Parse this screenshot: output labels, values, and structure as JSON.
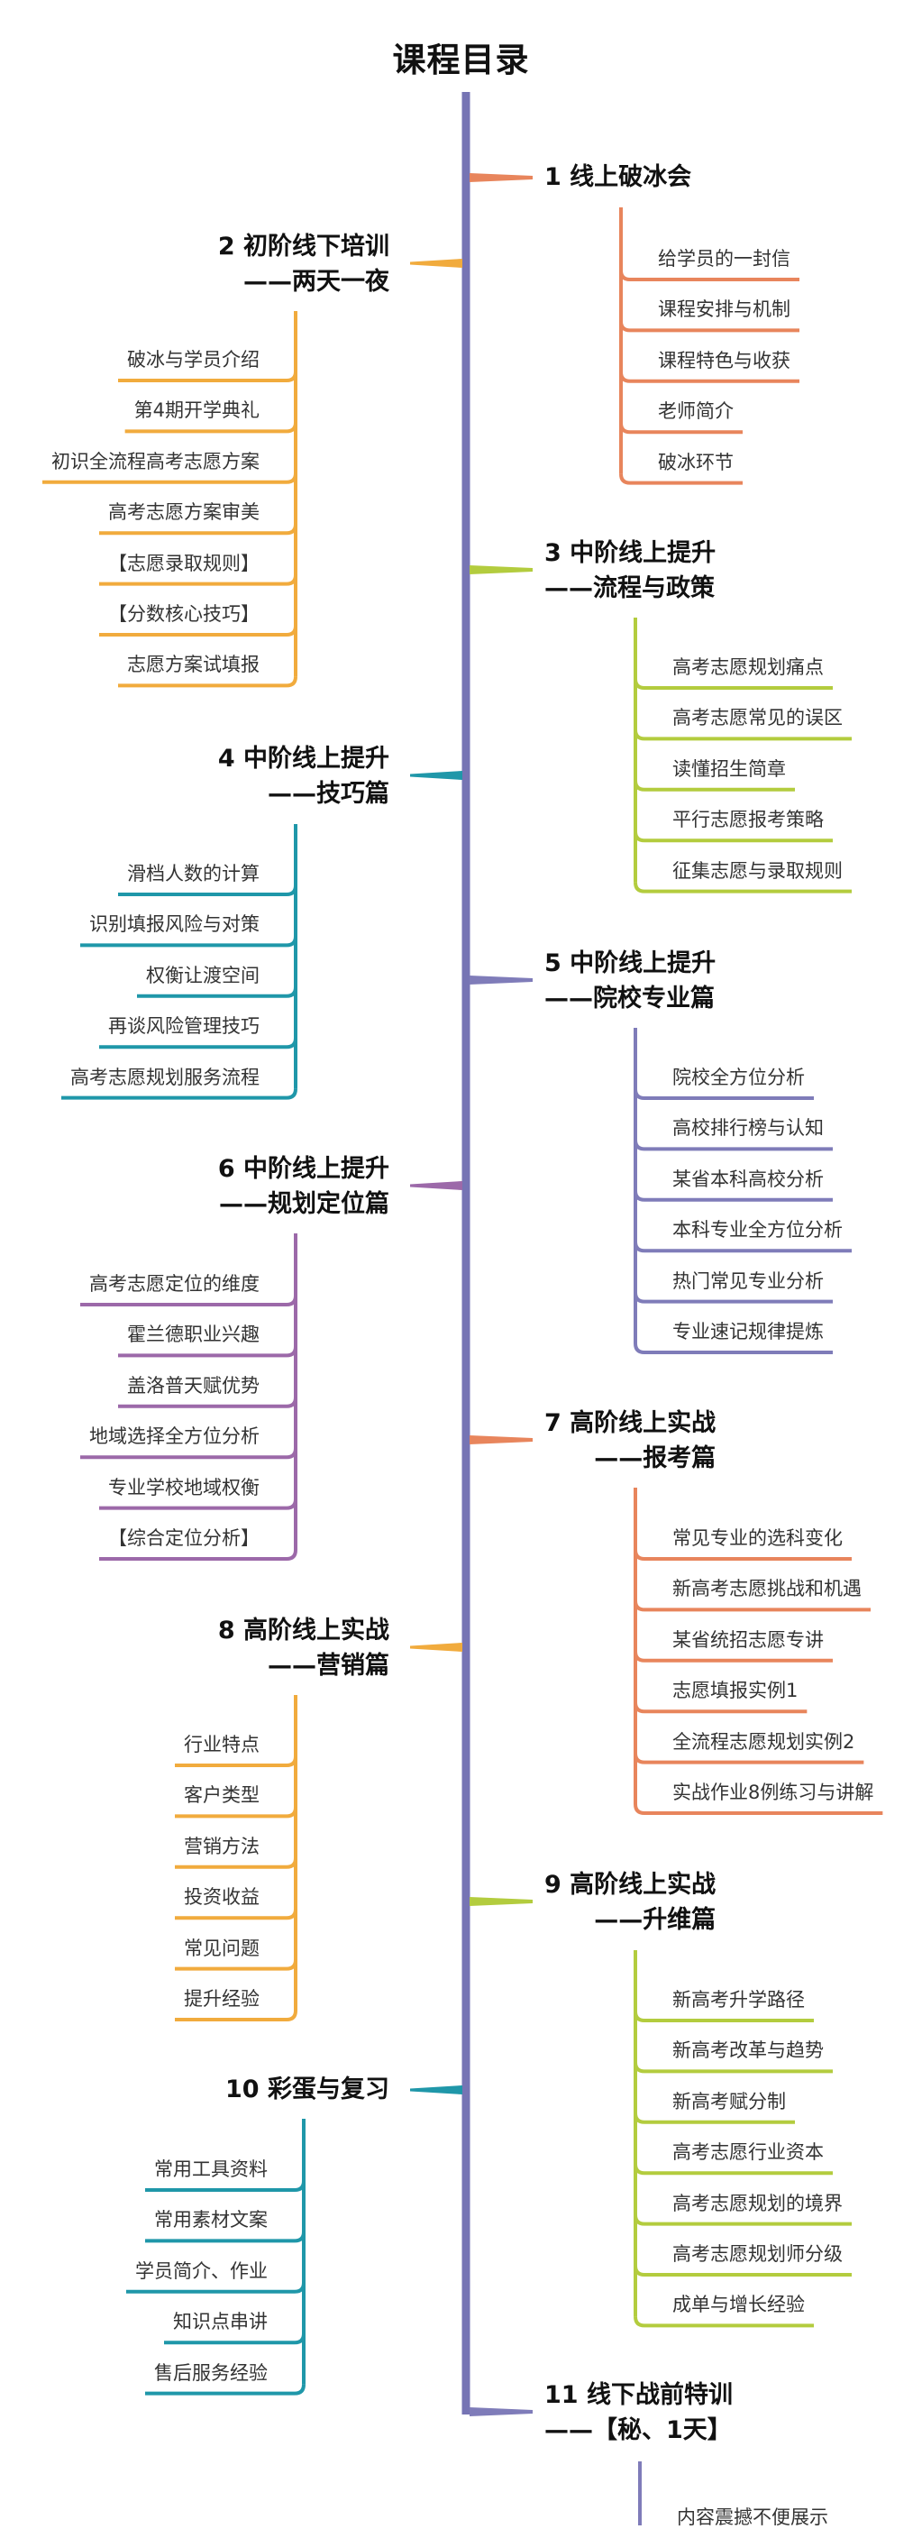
{
  "title": "课程目录",
  "colors": {
    "spine": "#7674b4",
    "salmon": "#e8855c",
    "orange": "#f1ab3d",
    "lime": "#b3cc3e",
    "teal": "#1f97a9",
    "purple": "#9c69a9",
    "lavender": "#7f7cb9"
  },
  "groups": [
    {
      "id": 1,
      "side": "right",
      "color": "salmon",
      "heading": [
        "1 线上破冰会"
      ],
      "items": [
        "给学员的一封信",
        "课程安排与机制",
        "课程特色与收获",
        "老师简介",
        "破冰环节"
      ]
    },
    {
      "id": 2,
      "side": "left",
      "color": "orange",
      "heading": [
        "2 初阶线下培训",
        "——两天一夜"
      ],
      "items": [
        "破冰与学员介绍",
        "第4期开学典礼",
        "初识全流程高考志愿方案",
        "高考志愿方案审美",
        "【志愿录取规则】",
        "【分数核心技巧】",
        "志愿方案试填报"
      ]
    },
    {
      "id": 3,
      "side": "right",
      "color": "lime",
      "heading": [
        "3 中阶线上提升",
        "——流程与政策"
      ],
      "items": [
        "高考志愿规划痛点",
        "高考志愿常见的误区",
        "读懂招生简章",
        "平行志愿报考策略",
        "征集志愿与录取规则"
      ]
    },
    {
      "id": 4,
      "side": "left",
      "color": "teal",
      "heading": [
        "4 中阶线上提升",
        "——技巧篇"
      ],
      "items": [
        "滑档人数的计算",
        "识别填报风险与对策",
        "权衡让渡空间",
        "再谈风险管理技巧",
        "高考志愿规划服务流程"
      ]
    },
    {
      "id": 5,
      "side": "right",
      "color": "lavender",
      "heading": [
        "5 中阶线上提升",
        "——院校专业篇"
      ],
      "items": [
        "院校全方位分析",
        "高校排行榜与认知",
        "某省本科高校分析",
        "本科专业全方位分析",
        "热门常见专业分析",
        "专业速记规律提炼"
      ]
    },
    {
      "id": 6,
      "side": "left",
      "color": "purple",
      "heading": [
        "6 中阶线上提升",
        "——规划定位篇"
      ],
      "items": [
        "高考志愿定位的维度",
        "霍兰德职业兴趣",
        "盖洛普天赋优势",
        "地域选择全方位分析",
        "专业学校地域权衡",
        "【综合定位分析】"
      ]
    },
    {
      "id": 7,
      "side": "right",
      "color": "salmon",
      "heading": [
        "7 高阶线上实战",
        "——报考篇"
      ],
      "items": [
        "常见专业的选科变化",
        "新高考志愿挑战和机遇",
        "某省统招志愿专讲",
        "志愿填报实例1",
        "全流程志愿规划实例2",
        "实战作业8例练习与讲解"
      ]
    },
    {
      "id": 8,
      "side": "left",
      "color": "orange",
      "heading": [
        "8 高阶线上实战",
        "——营销篇"
      ],
      "items": [
        "行业特点",
        "客户类型",
        "营销方法",
        "投资收益",
        "常见问题",
        "提升经验"
      ]
    },
    {
      "id": 9,
      "side": "right",
      "color": "lime",
      "heading": [
        "9 高阶线上实战",
        "——升维篇"
      ],
      "items": [
        "新高考升学路径",
        "新高考改革与趋势",
        "新高考赋分制",
        "高考志愿行业资本",
        "高考志愿规划的境界",
        "高考志愿规划师分级",
        "成单与增长经验"
      ]
    },
    {
      "id": 10,
      "side": "left",
      "color": "teal",
      "heading": [
        "10 彩蛋与复习"
      ],
      "items": [
        "常用工具资料",
        "常用素材文案",
        "学员简介、作业",
        "知识点串讲",
        "售后服务经验"
      ]
    },
    {
      "id": 11,
      "side": "right",
      "color": "lavender",
      "heading": [
        "11 线下战前特训",
        "——【秘、1天】"
      ],
      "items": [
        "内容震撼不便展示"
      ]
    }
  ]
}
